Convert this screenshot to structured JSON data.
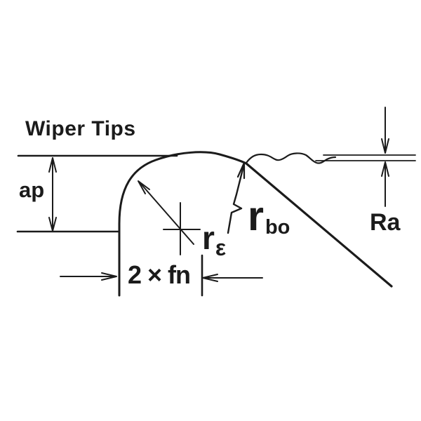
{
  "figure": {
    "title": "Wiper Tips",
    "colors": {
      "ink": "#1b1b1b",
      "background": "#ffffff"
    },
    "labels": {
      "depth_of_cut": "ap",
      "feed": "2 × fn",
      "corner_radius": {
        "base": "r",
        "sub": "ε"
      },
      "wiper_radius": {
        "base": "r",
        "sub": "bo"
      },
      "roughness": "Ra"
    }
  }
}
